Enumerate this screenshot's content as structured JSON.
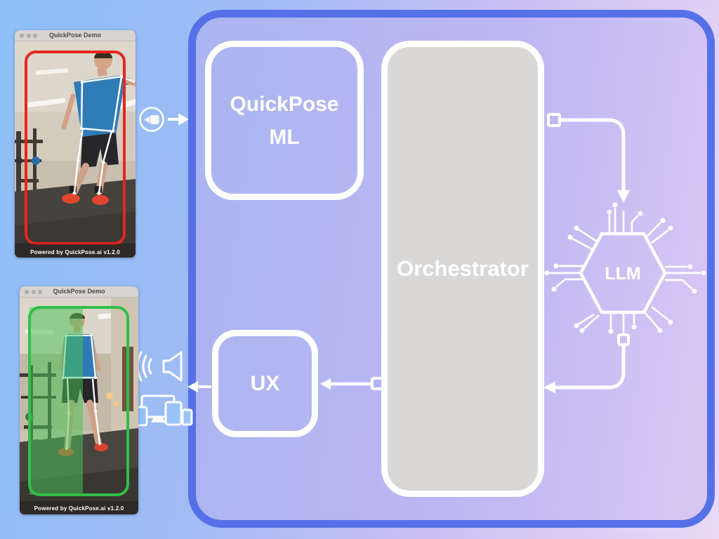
{
  "page": {
    "type": "architecture-diagram-poster"
  },
  "colors": {
    "background_gradient": [
      "#8ec0f8",
      "#ead9f6"
    ],
    "container_border": "#5671e8",
    "container_gradient": [
      "#a9b5f1",
      "#d9c8f4"
    ],
    "node_border": "#ffffff",
    "orchestrator_fill": "#d9d8d6",
    "detection_red": "#e8251f",
    "detection_green": "#30c047",
    "connector_white": "#ffffff"
  },
  "app_windows": {
    "top": {
      "title": "QuickPose Demo",
      "footer": "Powered by QuickPose.ai v1.2.0",
      "detection_color": "#e8251f"
    },
    "bottom": {
      "title": "QuickPose Demo",
      "footer": "Powered by QuickPose.ai v1.2.0",
      "detection_color": "#30c047"
    }
  },
  "diagram": {
    "quickpose_ml": {
      "label": "QuickPose ML"
    },
    "orchestrator": {
      "label": "Orchestrator"
    },
    "llm": {
      "label": "LLM"
    },
    "ux": {
      "label": "UX"
    }
  },
  "icons": {
    "camera": "video-camera-icon",
    "arrow_in": "arrow-right-icon",
    "speaker": "speaker-waves-icon",
    "devices": "multi-device-icon",
    "chip": "llm-circuit-chip-icon"
  }
}
